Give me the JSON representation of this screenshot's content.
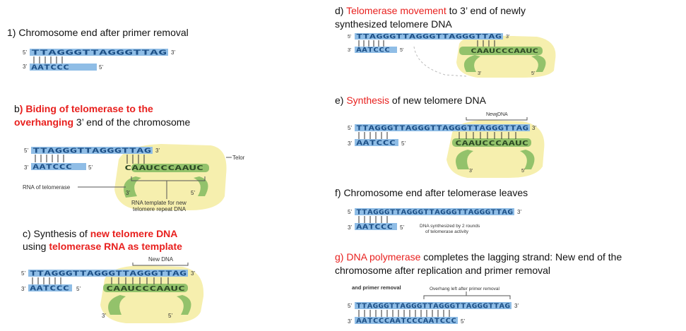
{
  "panels": {
    "a": {
      "title": "1) Chromosome end after primer removal",
      "top_seq": "TTAGGGTTAGGGTTAG",
      "bottom_seq": "AATCCC"
    },
    "b": {
      "title_part1": "b",
      "title_part2": ") Biding of telomerase to the",
      "title_part3": "overhanging",
      "title_part4": " 3’ end of the chromosome",
      "top_seq": "TTAGGGTTAGGGTTAG",
      "bottom_seq": "AATCCC",
      "rna_seq": "CAAUCCCAAUC",
      "label_telomerase": "Telor",
      "label_rna": "RNA of telomerase",
      "label_template_1": "RNA template for new",
      "label_template_2": "telomere repeat DNA"
    },
    "c": {
      "title_part1": "c) Synthesis of ",
      "title_part2": "new telomere DNA",
      "title_part3": "using ",
      "title_part4": "telomerase RNA as template",
      "new_dna_label": "New DNA",
      "top_seq": "TTAGGGTTAGGGTTAGGGTTAG",
      "bottom_seq": "AATCCC",
      "rna_seq": "CAAUCCCAAUC"
    },
    "d": {
      "title_part1": "d) ",
      "title_part2": "Telomerase movement",
      "title_part3": " to 3’ end of newly",
      "title_part4": "synthesized telomere DNA",
      "top_seq": "TTAGGGTTAGGGTTAGGGTTAG",
      "bottom_seq": "AATCCC",
      "rna_seq": "CAAUCCCAAUC"
    },
    "e": {
      "title_part1": "e) ",
      "title_part2": "Synthesis",
      "title_part3": " of new telomere DNA",
      "new_dna_label": "New DNA",
      "top_seq": "TTAGGGTTAGGGTTAGGGTTAGGGTTAG",
      "bottom_seq": "AATCCC",
      "rna_seq": "CAAUCCCAAUC"
    },
    "f": {
      "title": "f) Chromosome end after telomerase leaves",
      "top_seq": "TTAGGGTTAGGGTTAGGGTTAGGGTTAG",
      "bottom_seq": "AATCCC",
      "note_1": "DNA synthesized by 2 rounds",
      "note_2": "of telomerase activity"
    },
    "g": {
      "title_part1": "g) ",
      "title_part2": "DNA polymerase",
      "title_part3": " completes the lagging strand: New end of the",
      "title_part4": "chromosome after replication and primer removal",
      "cropped_label": "and primer removal",
      "overhang_label": "Overhang left after primer removal",
      "top_seq": "TTAGGGTTAGGGTTAGGGTTAGGGTTAG",
      "bottom_seq": "AATCCCAATCCCAATCCC"
    }
  },
  "end_labels": {
    "five_prime": "5’",
    "three_prime": "3’"
  },
  "colors": {
    "dna_strand": "#8fbde6",
    "telomerase": "#f6efae",
    "rna_arm": "#93c26b",
    "highlight": "#e8201e"
  }
}
